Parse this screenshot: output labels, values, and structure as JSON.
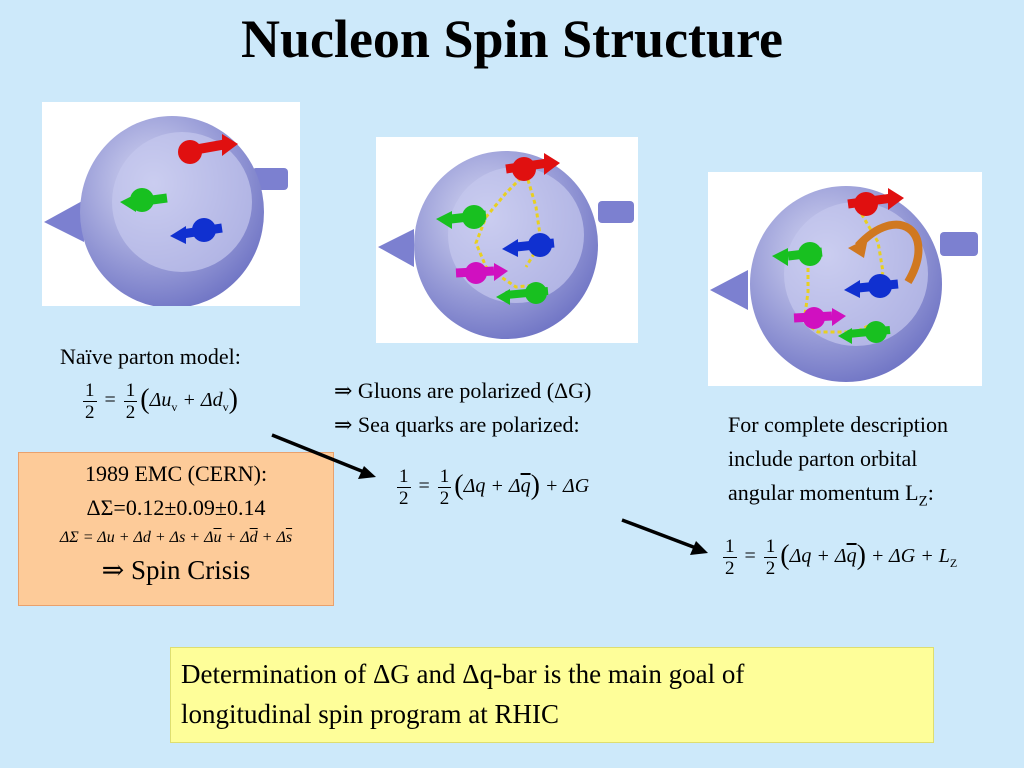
{
  "title": "Nucleon Spin Structure",
  "naive_label": "Naïve parton model:",
  "emc": {
    "line1": "1989 EMC (CERN):",
    "line2": "ΔΣ=0.12±0.09±0.14",
    "crisis": "⇒ Spin Crisis"
  },
  "gluons": {
    "line1": "⇒ Gluons are polarized (ΔG)",
    "line2": "⇒ Sea quarks are polarized:"
  },
  "complete": {
    "line1": "For complete description",
    "line2": "include parton orbital",
    "line3": "angular momentum L",
    "line3_sub": "Z",
    "line3_end": ":"
  },
  "goal": {
    "line1": "Determination of ΔG and Δq-bar is the main goal of",
    "line2": "longitudinal spin program at RHIC"
  },
  "eq": {
    "one": "1",
    "two": "2",
    "equals": "=",
    "naive_terms": "Δu",
    "naive_v": "v",
    "naive_plus": " + Δd",
    "sea_q": "Δq + Δ",
    "sea_qbar": "q",
    "sea_g": "+ ΔG",
    "full_g": "+ ΔG + L",
    "full_z": "Z",
    "emc_sum_a": "ΔΣ = Δu + Δd + Δs + Δ",
    "emc_ubar": "u",
    "emc_plus_d": " + Δ",
    "emc_dbar": "d",
    "emc_plus_s": " + Δ",
    "emc_sbar": "s"
  },
  "colors": {
    "background": "#cde9fa",
    "emc_box": "#fdcb99",
    "goal_box": "#fefe99",
    "shell": "#8f94d6",
    "quark_red": "#e01010",
    "quark_green": "#18c020",
    "quark_blue": "#1030d0",
    "quark_magenta": "#d010c0",
    "gluon": "#e8d020",
    "orbital": "#d07820"
  }
}
